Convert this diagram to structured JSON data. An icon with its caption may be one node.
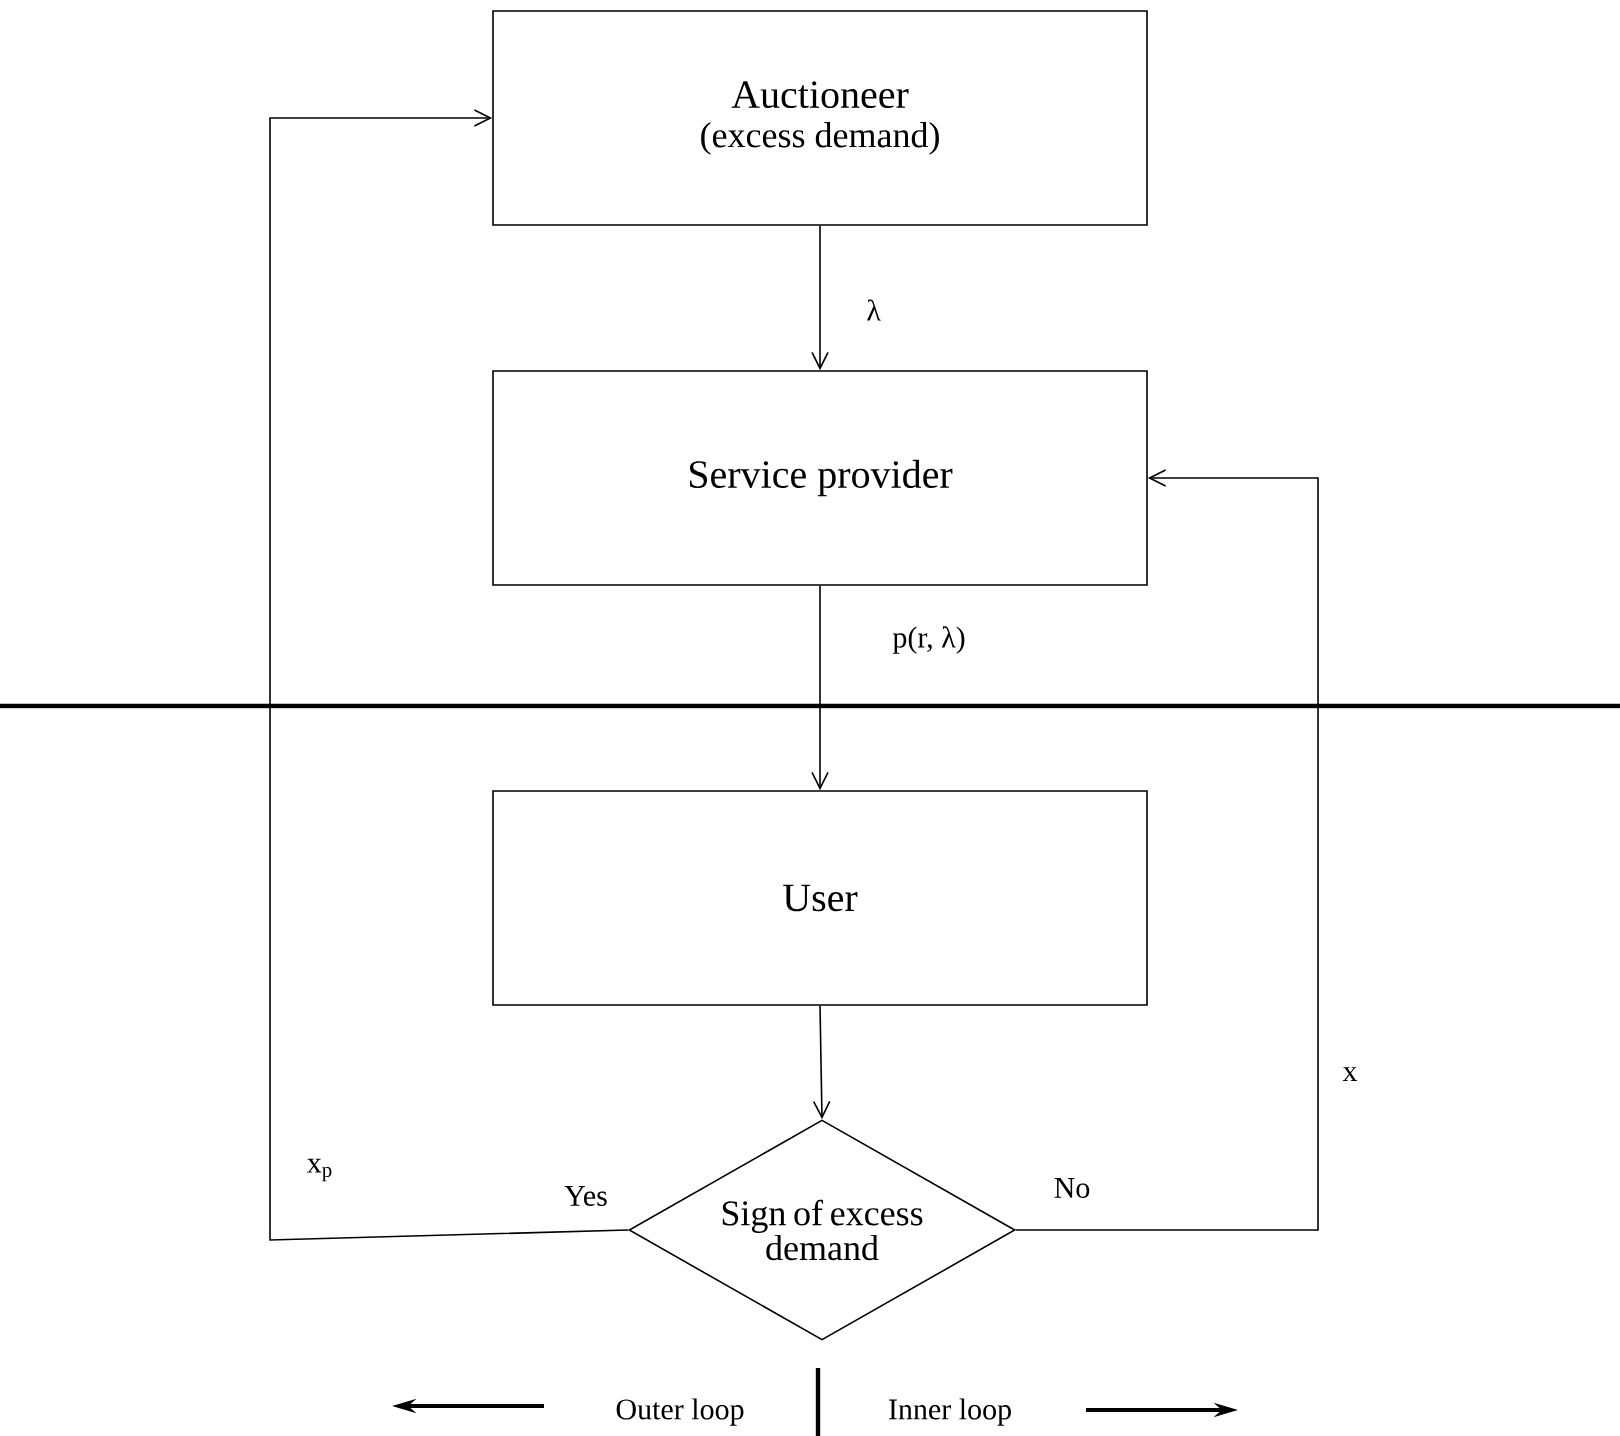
{
  "diagram": {
    "nodes": [
      {
        "text": [
          "Auctioneer",
          "(excess demand)"
        ]
      },
      {
        "text": [
          "Service provider"
        ]
      },
      {
        "text": [
          "User"
        ]
      },
      {
        "text": [
          "Sign of excess demand"
        ]
      }
    ],
    "edges": [
      {
        "from": 0,
        "to": 1,
        "arrow": "to",
        "label": "λ"
      },
      {
        "from": 1,
        "to": 2,
        "arrow": "to",
        "label": "p(r, λ)"
      },
      {
        "from": 2,
        "to": 3,
        "arrow": "to"
      },
      {
        "from": 3,
        "to": 0,
        "arrow": "to",
        "label": "Yes"
      },
      {
        "from": 3,
        "to": 1,
        "arrow": "to",
        "label": "No"
      }
    ],
    "labels": [
      "x$_{p}$",
      "x",
      "Outer loop",
      "Inner loop"
    ]
  }
}
